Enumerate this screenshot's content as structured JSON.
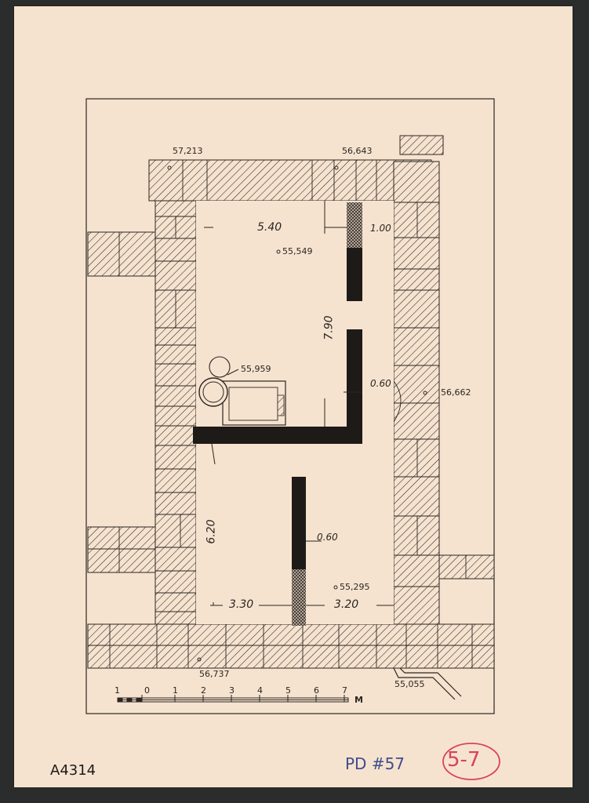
{
  "elevations": {
    "nw_corner": "57,213",
    "n_wall": "56,643",
    "room_upper": "55,549",
    "jar": "55,959",
    "e_wall": "56,662",
    "room_lower": "55,295",
    "s_wall_sw": "56,737",
    "drain": "55,055"
  },
  "dimensions": {
    "upper_width": "5.40",
    "wall_upper": "1.00",
    "height_upper": "7.90",
    "wall_mid": "0.60",
    "height_lower": "6.20",
    "wall_lower": "0.60",
    "lower_left_width": "3.30",
    "lower_right_width": "3.20"
  },
  "scale": {
    "ticks": [
      "1",
      "0",
      "1",
      "2",
      "3",
      "4",
      "5",
      "6",
      "7"
    ],
    "unit": "M"
  },
  "annotations": {
    "catalog_number": "A4314",
    "plan_ref": "PD #57",
    "sheet_ref": "5-7"
  },
  "colors": {
    "paper": "#f6e3cf",
    "ink": "#2a2622",
    "blue_pencil": "#3f4d8c",
    "red_pencil": "#d9435a"
  }
}
